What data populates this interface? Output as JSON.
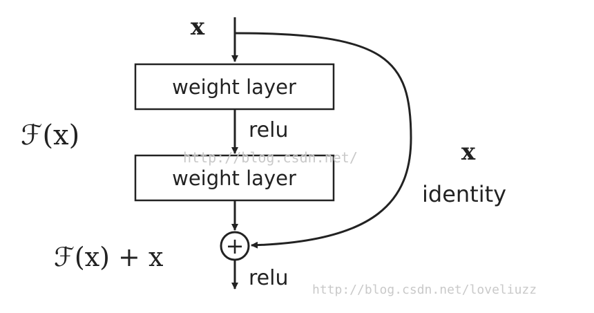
{
  "diagram": {
    "input_label": "x",
    "block1_label": "weight layer",
    "block2_label": "weight layer",
    "relu_mid_label": "relu",
    "relu_out_label": "relu",
    "residual_label": "ℱ(x)",
    "sum_label": "ℱ(x) + x",
    "identity_x_label": "x",
    "identity_label": "identity",
    "adder_symbol": "+"
  },
  "watermarks": {
    "center": "http://blog.csdn.net/",
    "bottom": "http://blog.csdn.net/loveliuzz"
  }
}
